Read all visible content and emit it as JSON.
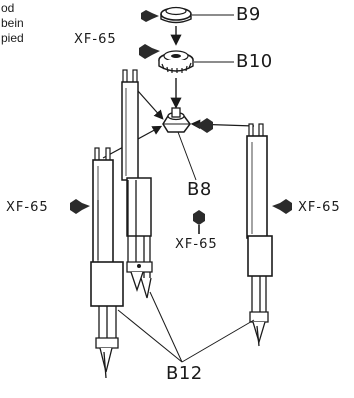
{
  "note": {
    "lines": [
      "od",
      "bein",
      "pied"
    ]
  },
  "parts": {
    "b9": "B9",
    "b10": "B10",
    "b8": "B8",
    "b12": "B12"
  },
  "paint": {
    "code": "XF-65",
    "color": "#2b2b2b"
  }
}
